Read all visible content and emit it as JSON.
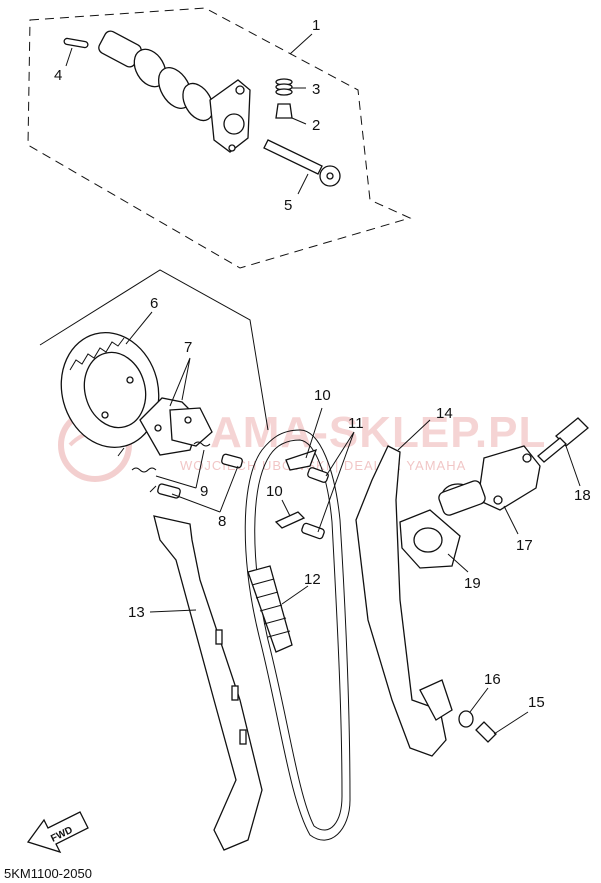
{
  "diagram": {
    "code": "5KM1100-2050",
    "fwd_label": "FWD",
    "watermark": {
      "text": "AMA-SKLEP.PL",
      "subtext": "WOJCIECH UBOWSKI | DEALER YAMAHA"
    },
    "callouts": [
      {
        "id": "c1",
        "label": "1"
      },
      {
        "id": "c2",
        "label": "2"
      },
      {
        "id": "c3",
        "label": "3"
      },
      {
        "id": "c4",
        "label": "4"
      },
      {
        "id": "c5",
        "label": "5"
      },
      {
        "id": "c6",
        "label": "6"
      },
      {
        "id": "c7",
        "label": "7"
      },
      {
        "id": "c8",
        "label": "8"
      },
      {
        "id": "c9",
        "label": "9"
      },
      {
        "id": "c10a",
        "label": "10"
      },
      {
        "id": "c10b",
        "label": "10"
      },
      {
        "id": "c11",
        "label": "11"
      },
      {
        "id": "c12",
        "label": "12"
      },
      {
        "id": "c13",
        "label": "13"
      },
      {
        "id": "c14",
        "label": "14"
      },
      {
        "id": "c15",
        "label": "15"
      },
      {
        "id": "c16",
        "label": "16"
      },
      {
        "id": "c17",
        "label": "17"
      },
      {
        "id": "c18",
        "label": "18"
      },
      {
        "id": "c19",
        "label": "19"
      }
    ]
  }
}
